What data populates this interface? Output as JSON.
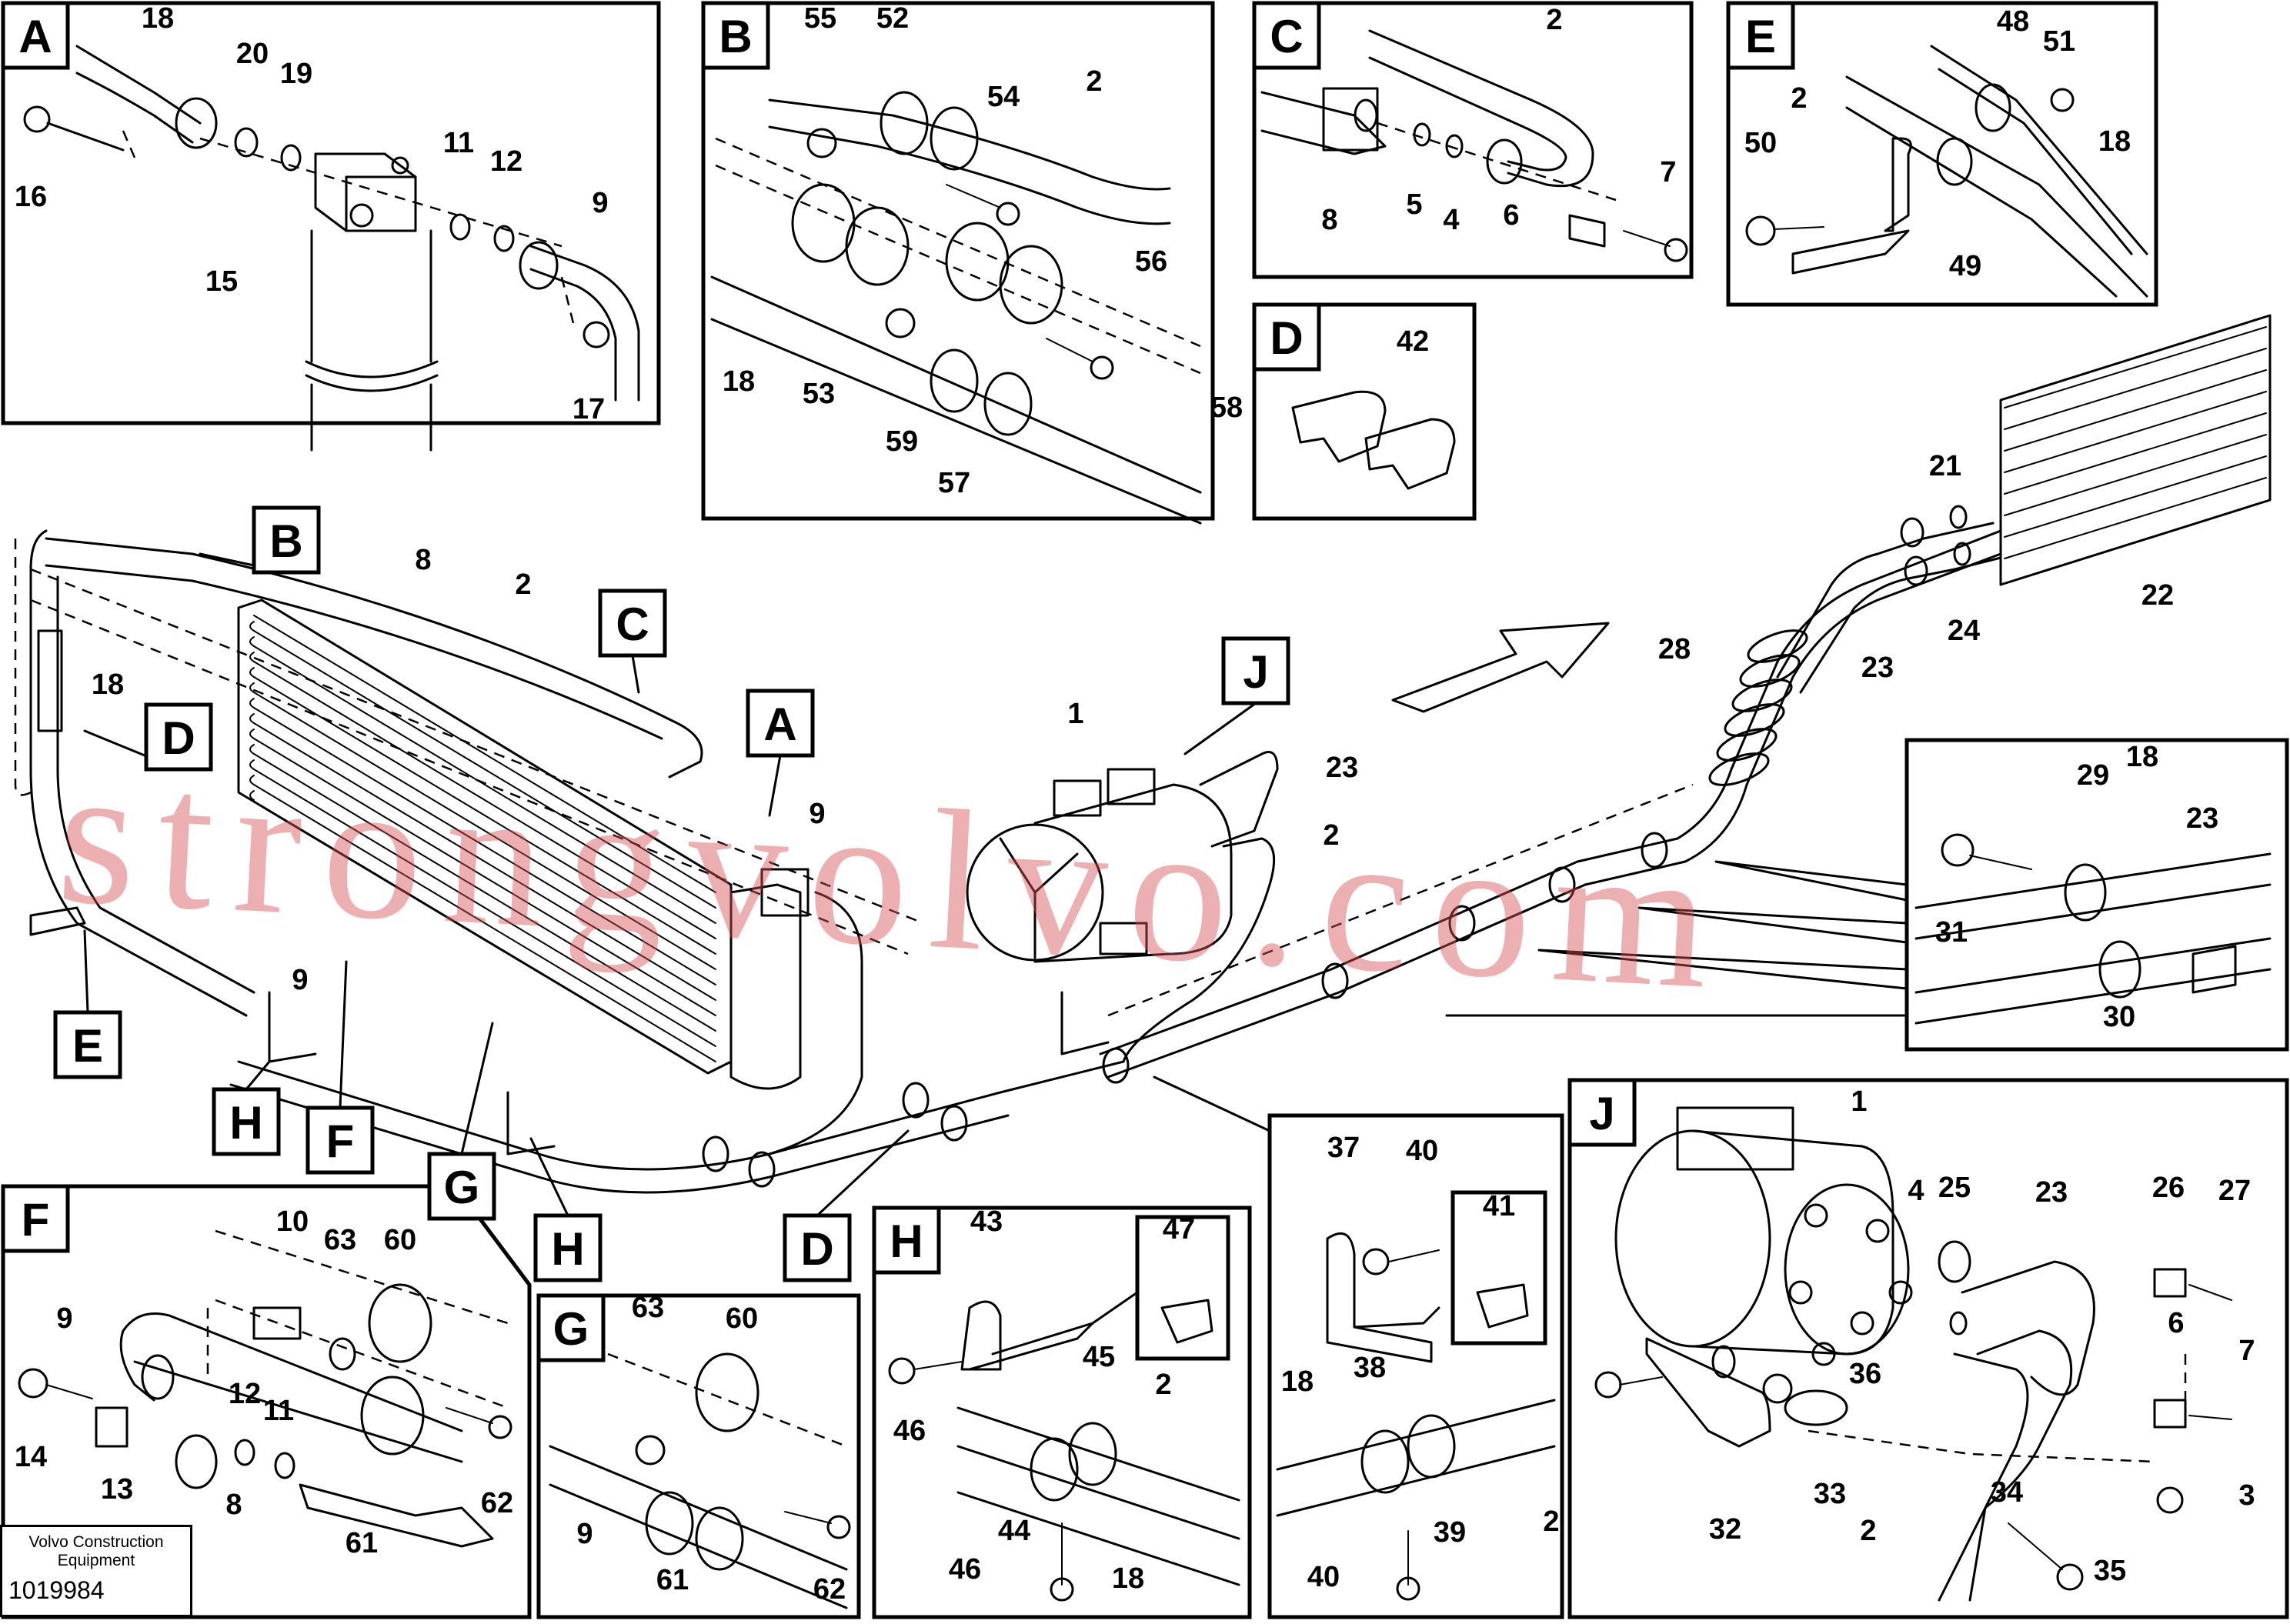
{
  "sheet": {
    "company_line1": "Volvo Construction",
    "company_line2": "Equipment",
    "drawing_number": "1019984"
  },
  "watermark": "strongvolvo.com",
  "detail_tags": [
    "A",
    "B",
    "C",
    "D",
    "E",
    "F",
    "G",
    "H",
    "J"
  ],
  "callouts": {
    "A": [
      "18",
      "20",
      "19",
      "16",
      "11",
      "12",
      "9",
      "15",
      "17"
    ],
    "B": [
      "55",
      "52",
      "54",
      "2",
      "56",
      "18",
      "53",
      "59",
      "57",
      "58"
    ],
    "C": [
      "2",
      "8",
      "5",
      "4",
      "6",
      "7"
    ],
    "D": [
      "42"
    ],
    "E": [
      "48",
      "51",
      "2",
      "18",
      "50",
      "49"
    ],
    "F": [
      "10",
      "63",
      "60",
      "9",
      "12",
      "11",
      "14",
      "13",
      "8",
      "61",
      "62"
    ],
    "G": [
      "63",
      "60",
      "9",
      "61",
      "62"
    ],
    "H": [
      "43",
      "47",
      "45",
      "2",
      "46",
      "44",
      "46",
      "18"
    ],
    "J_bracket": [
      "37",
      "40",
      "41",
      "18",
      "38",
      "39",
      "2",
      "40"
    ],
    "J": [
      "1",
      "4",
      "25",
      "23",
      "26",
      "27",
      "6",
      "7",
      "36",
      "32",
      "33",
      "2",
      "34",
      "3",
      "35"
    ],
    "main": [
      "8",
      "2",
      "9",
      "9",
      "1",
      "23",
      "2",
      "18",
      "21",
      "22",
      "28",
      "23",
      "24"
    ],
    "clip_detail": [
      "29",
      "18",
      "23",
      "31",
      "30"
    ]
  },
  "colors": {
    "line": "#000000",
    "watermark": "#d44f55",
    "background": "#ffffff"
  }
}
